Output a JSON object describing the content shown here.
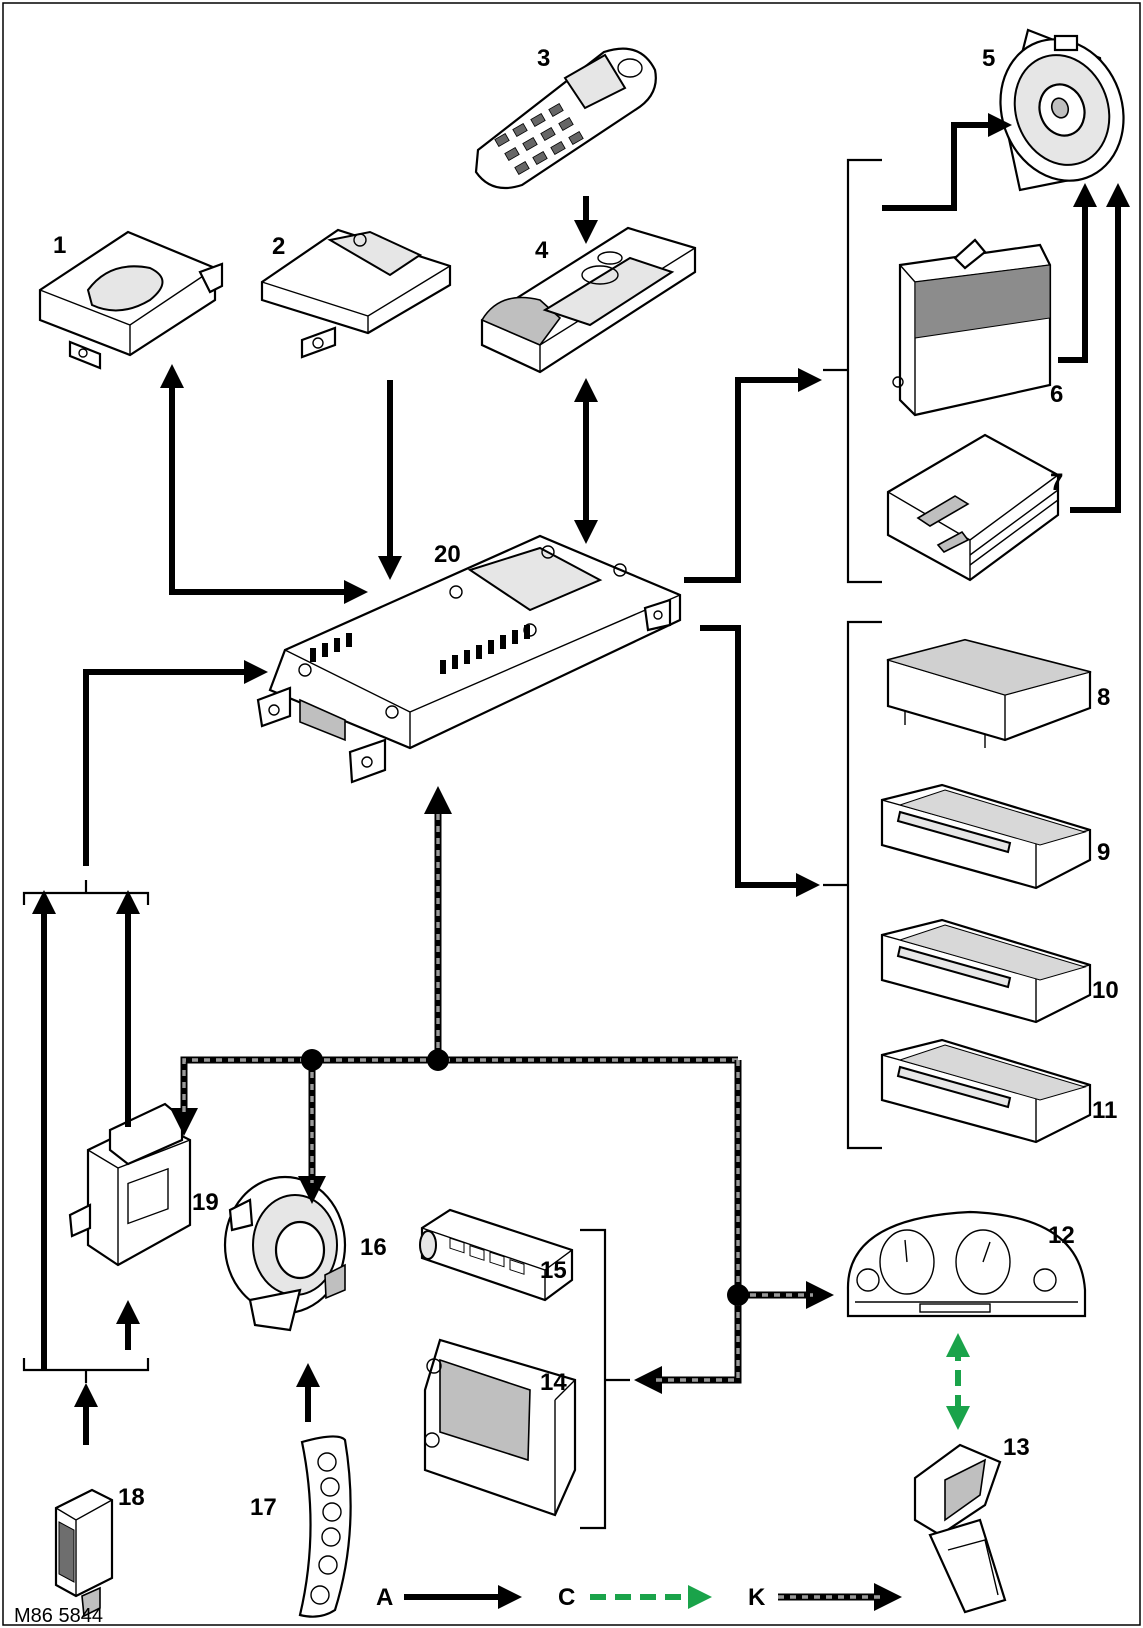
{
  "diagram": {
    "reference_code": "M86 5844",
    "component_numbers": [
      "1",
      "2",
      "3",
      "4",
      "5",
      "6",
      "7",
      "8",
      "9",
      "10",
      "11",
      "12",
      "13",
      "14",
      "15",
      "16",
      "17",
      "18",
      "19",
      "20"
    ],
    "legend": [
      {
        "key": "A",
        "style": "solid-black"
      },
      {
        "key": "C",
        "style": "dashed-green"
      },
      {
        "key": "K",
        "style": "dashed-grey-black"
      }
    ],
    "colors": {
      "line_a": "#000000",
      "line_c": "#1aa34a",
      "line_k_outer": "#000000",
      "line_k_inner": "#9a9a9a"
    }
  }
}
